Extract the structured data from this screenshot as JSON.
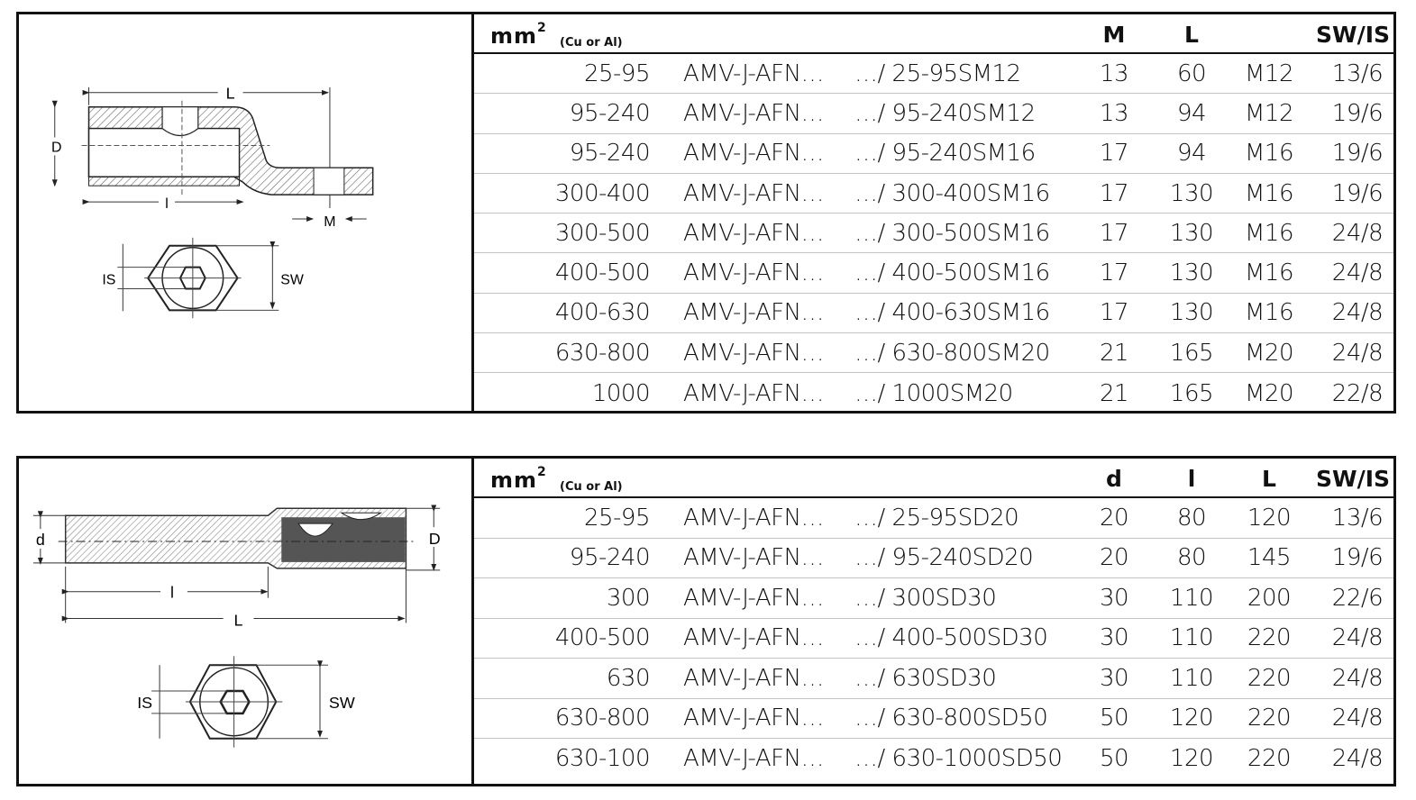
{
  "tables": [
    {
      "header": {
        "unit": "mm",
        "unit_sup": "2",
        "material": "(Cu or Al)",
        "columns": [
          "M",
          "L",
          "",
          "SW/IS"
        ]
      },
      "rows": [
        {
          "size": "25-95",
          "prefix": "AMV-J-AFN…",
          "code": "…/ 25-95SM12",
          "c1": "13",
          "c2": "60",
          "c3": "M12",
          "c4": "13/6"
        },
        {
          "size": "95-240",
          "prefix": "AMV-J-AFN…",
          "code": "…/ 95-240SM12",
          "c1": "13",
          "c2": "94",
          "c3": "M12",
          "c4": "19/6"
        },
        {
          "size": "95-240",
          "prefix": "AMV-J-AFN…",
          "code": "…/ 95-240SM16",
          "c1": "17",
          "c2": "94",
          "c3": "M16",
          "c4": "19/6"
        },
        {
          "size": "300-400",
          "prefix": "AMV-J-AFN…",
          "code": "…/ 300-400SM16",
          "c1": "17",
          "c2": "130",
          "c3": "M16",
          "c4": "19/6"
        },
        {
          "size": "300-500",
          "prefix": "AMV-J-AFN…",
          "code": "…/ 300-500SM16",
          "c1": "17",
          "c2": "130",
          "c3": "M16",
          "c4": "24/8"
        },
        {
          "size": "400-500",
          "prefix": "AMV-J-AFN…",
          "code": "…/ 400-500SM16",
          "c1": "17",
          "c2": "130",
          "c3": "M16",
          "c4": "24/8"
        },
        {
          "size": "400-630",
          "prefix": "AMV-J-AFN…",
          "code": "…/ 400-630SM16",
          "c1": "17",
          "c2": "130",
          "c3": "M16",
          "c4": "24/8"
        },
        {
          "size": "630-800",
          "prefix": "AMV-J-AFN…",
          "code": "…/ 630-800SM20",
          "c1": "21",
          "c2": "165",
          "c3": "M20",
          "c4": "24/8"
        },
        {
          "size": "1000",
          "prefix": "AMV-J-AFN…",
          "code": "…/ 1000SM20",
          "c1": "21",
          "c2": "165",
          "c3": "M20",
          "c4": "22/8"
        }
      ],
      "figure": {
        "labels": {
          "L": "L",
          "D": "D",
          "l": "l",
          "M": "M",
          "IS": "IS",
          "SW": "SW"
        }
      }
    },
    {
      "header": {
        "unit": "mm",
        "unit_sup": "2",
        "material": "(Cu or Al)",
        "columns": [
          "d",
          "l",
          "L",
          "SW/IS"
        ]
      },
      "rows": [
        {
          "size": "25-95",
          "prefix": "AMV-J-AFN…",
          "code": "…/ 25-95SD20",
          "c1": "20",
          "c2": "80",
          "c3": "120",
          "c4": "13/6"
        },
        {
          "size": "95-240",
          "prefix": "AMV-J-AFN…",
          "code": "…/ 95-240SD20",
          "c1": "20",
          "c2": "80",
          "c3": "145",
          "c4": "19/6"
        },
        {
          "size": "300",
          "prefix": "AMV-J-AFN…",
          "code": "…/ 300SD30",
          "c1": "30",
          "c2": "110",
          "c3": "200",
          "c4": "22/6"
        },
        {
          "size": "400-500",
          "prefix": "AMV-J-AFN…",
          "code": "…/ 400-500SD30",
          "c1": "30",
          "c2": "110",
          "c3": "220",
          "c4": "24/8"
        },
        {
          "size": "630",
          "prefix": "AMV-J-AFN…",
          "code": "…/ 630SD30",
          "c1": "30",
          "c2": "110",
          "c3": "220",
          "c4": "24/8"
        },
        {
          "size": "630-800",
          "prefix": "AMV-J-AFN…",
          "code": "…/ 630-800SD50",
          "c1": "50",
          "c2": "120",
          "c3": "220",
          "c4": "24/8"
        },
        {
          "size": "630-100",
          "prefix": "AMV-J-AFN…",
          "code": "…/ 630-1000SD50",
          "c1": "50",
          "c2": "120",
          "c3": "220",
          "c4": "24/8"
        }
      ],
      "figure": {
        "labels": {
          "d": "d",
          "D": "D",
          "l": "l",
          "L": "L",
          "IS": "IS",
          "SW": "SW"
        }
      }
    }
  ]
}
